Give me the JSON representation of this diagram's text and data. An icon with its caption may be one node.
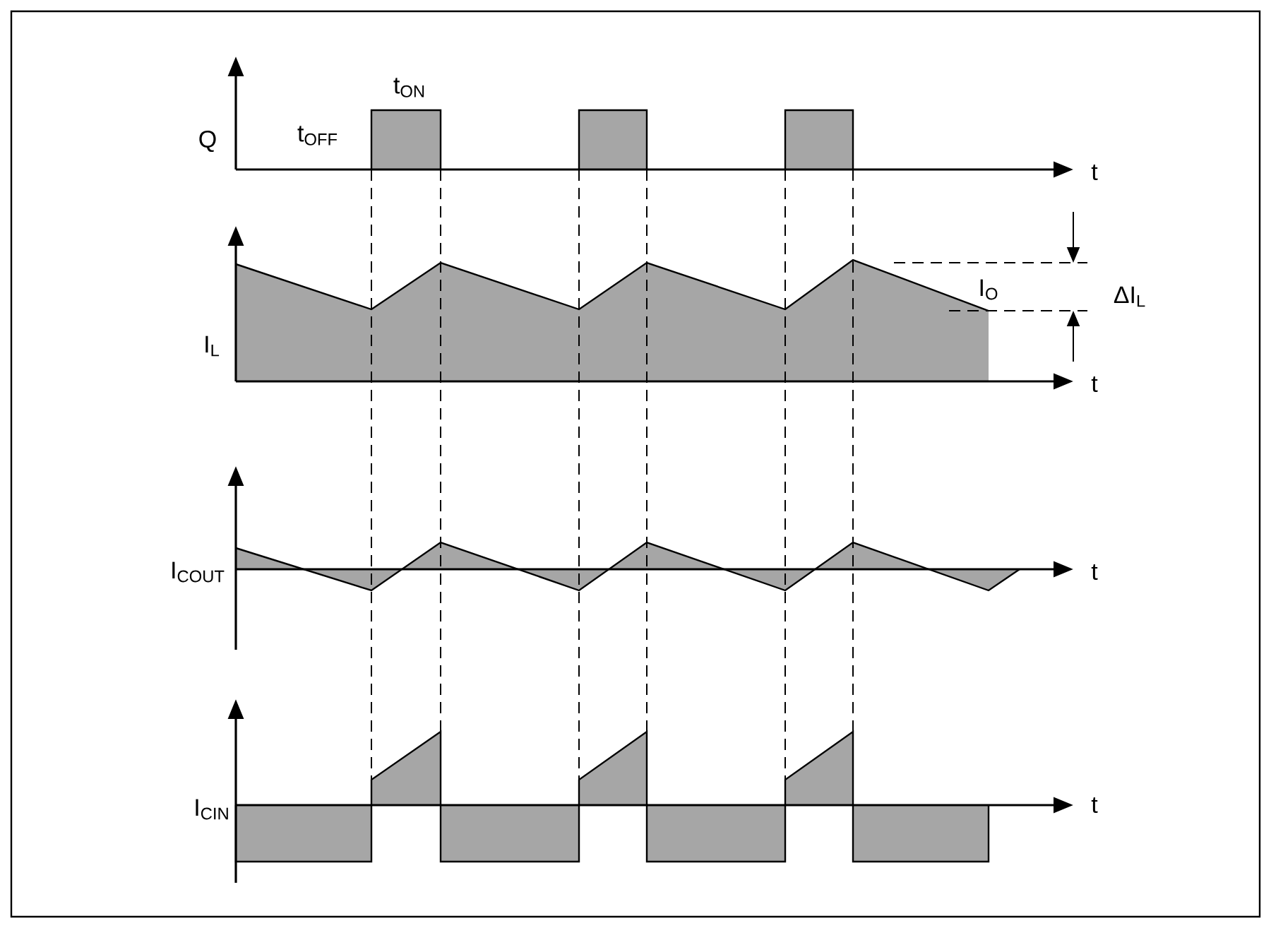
{
  "diagram": {
    "labels": [
      "t$_{ON}$",
      "Q",
      "t$_{OFF}$",
      "t",
      "I$_{O}$",
      "ΔI$_{L}$",
      "I$_{L}$",
      "t",
      "I$_{COUT}$",
      "t",
      "I$_{CIN}$",
      "t"
    ]
  }
}
